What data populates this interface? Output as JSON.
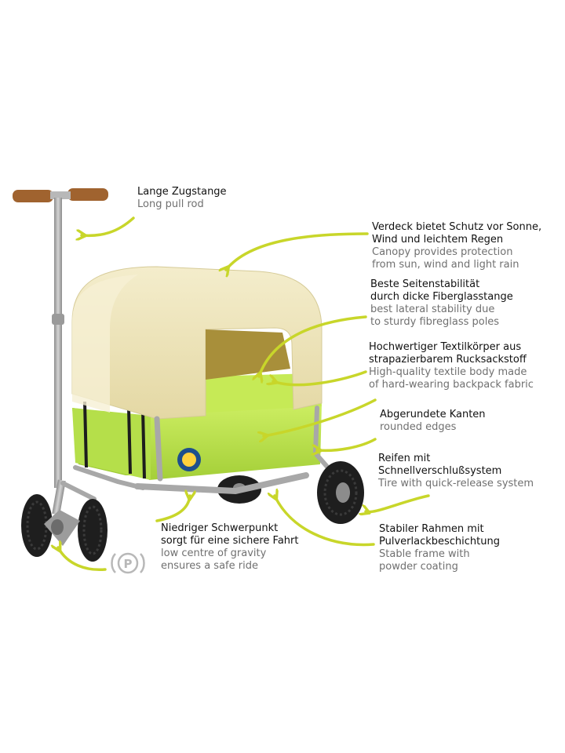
{
  "labels": {
    "pull_rod": {
      "de": "Lange Zugstange",
      "en": "Long pull rod"
    },
    "canopy": {
      "de1": "Verdeck bietet Schutz vor Sonne,",
      "de2": "Wind und leichtem Regen",
      "en1": "Canopy provides protection",
      "en2": "from sun, wind and light rain"
    },
    "stability": {
      "de1": "Beste Seitenstabilität",
      "de2": "durch dicke Fiberglasstange",
      "en1": "best lateral stability due",
      "en2": "to sturdy fibreglass poles"
    },
    "textile": {
      "de1": "Hochwertiger Textilkörper aus",
      "de2": "strapazierbarem Rucksackstoff",
      "en1": "High-quality textile body made",
      "en2": "of hard-wearing backpack fabric"
    },
    "edges": {
      "de": "Abgerundete Kanten",
      "en": "rounded edges"
    },
    "tires": {
      "de1": "Reifen mit",
      "de2": "Schnellverschlußsystem",
      "en": "Tire with quick-release system"
    },
    "gravity": {
      "de1": "Niedriger Schwerpunkt",
      "de2": "sorgt für eine sichere Fahrt",
      "en1": "low centre of gravity",
      "en2": "ensures a safe ride"
    },
    "frame": {
      "de1": "Stabiler Rahmen mit",
      "de2": "Pulverlackbeschichtung",
      "en1": "Stable frame with",
      "en2": "powder coating"
    }
  },
  "parking_symbol": "P",
  "colors": {
    "arrow": "#c8d62a",
    "fabric_green": "#b9e04a",
    "canopy_beige": "#efe6b9",
    "frame_grey": "#a8a8a8",
    "tire": "#1e1e1e",
    "handle": "#a0632f"
  }
}
